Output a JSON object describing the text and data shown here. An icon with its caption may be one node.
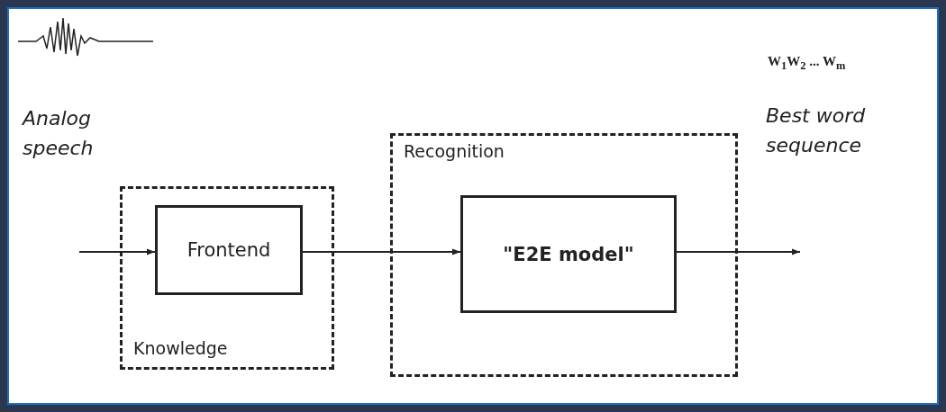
{
  "diagram": {
    "nodes": [
      {
        "text": [
          "Knowledge"
        ]
      },
      {
        "text": [
          "Frontend"
        ],
        "in": 0
      },
      {
        "text": [
          "Recognition"
        ]
      },
      {
        "text": [
          "\"E2E model\""
        ],
        "in": 2
      }
    ],
    "edges": [
      {
        "from": null,
        "to": 1,
        "arrow": "to"
      },
      {
        "from": 1,
        "to": 3,
        "arrow": "to"
      },
      {
        "from": 3,
        "to": null,
        "arrow": "to"
      }
    ],
    "labels": [
      "Analog speech",
      "Best word sequence",
      "W$_{1}$W$_{2}$ ... W$_{m}$"
    ]
  }
}
